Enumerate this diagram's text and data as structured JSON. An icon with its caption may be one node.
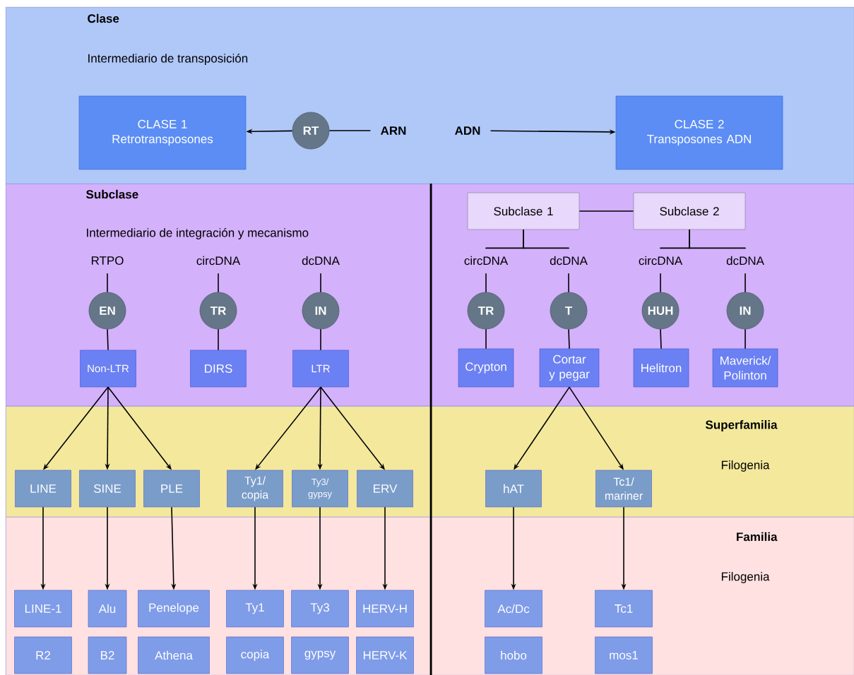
{
  "diagram": {
    "nodes": [
      {
        "text": [
          "Clase",
          "Intermediario de transposición"
        ]
      },
      {
        "text": [
          "CLASE 1 Retrotransposones"
        ],
        "in": 0
      },
      {
        "text": [
          "RT"
        ],
        "in": 0
      },
      {
        "text": [
          "ARN"
        ],
        "in": 0
      },
      {
        "text": [
          "ADN"
        ],
        "in": 0
      },
      {
        "text": [
          "CLASE 2 Transposones ADN"
        ],
        "in": 0
      },
      {
        "text": [
          "Subclase",
          "Intermediario de integración y mecanismo"
        ]
      },
      {
        "text": [
          "RTPO"
        ],
        "in": 6
      },
      {
        "text": [
          "circDNA"
        ],
        "in": 6
      },
      {
        "text": [
          "dcDNA"
        ],
        "in": 6
      },
      {
        "text": [
          "EN"
        ],
        "in": 6
      },
      {
        "text": [
          "TR"
        ],
        "in": 6
      },
      {
        "text": [
          "IN"
        ],
        "in": 6
      },
      {
        "text": [
          "Non-LTR"
        ],
        "in": 6
      },
      {
        "text": [
          "DIRS"
        ],
        "in": 6
      },
      {
        "text": [
          "LTR"
        ],
        "in": 6
      },
      {
        "text": [
          "Subclase 1"
        ],
        "in": 6
      },
      {
        "text": [
          "Subclase 2"
        ],
        "in": 6
      },
      {
        "text": [
          "circDNA"
        ],
        "in": 6
      },
      {
        "text": [
          "dcDNA"
        ],
        "in": 6
      },
      {
        "text": [
          "circDNA"
        ],
        "in": 6
      },
      {
        "text": [
          "dcDNA"
        ],
        "in": 6
      },
      {
        "text": [
          "TR"
        ],
        "in": 6
      },
      {
        "text": [
          "T"
        ],
        "in": 6
      },
      {
        "text": [
          "HUH"
        ],
        "in": 6
      },
      {
        "text": [
          "IN"
        ],
        "in": 6
      },
      {
        "text": [
          "Crypton"
        ],
        "in": 6
      },
      {
        "text": [
          "Cortar y pegar"
        ],
        "in": 6
      },
      {
        "text": [
          "Helitron"
        ],
        "in": 6
      },
      {
        "text": [
          "Maverick/ Polinton"
        ],
        "in": 6
      },
      {
        "text": [
          "Superfamilia",
          "Filogenia"
        ]
      },
      {
        "text": [
          "LINE"
        ],
        "in": 30
      },
      {
        "text": [
          "SINE"
        ],
        "in": 30
      },
      {
        "text": [
          "PLE"
        ],
        "in": 30
      },
      {
        "text": [
          "Ty1/ copia"
        ],
        "in": 30
      },
      {
        "text": [
          "Ty3/ gypsy"
        ],
        "in": 30
      },
      {
        "text": [
          "ERV"
        ],
        "in": 30
      },
      {
        "text": [
          "hAT"
        ],
        "in": 30
      },
      {
        "text": [
          "Tc1/ mariner"
        ],
        "in": 30
      },
      {
        "text": [
          "Familia",
          "Filogenia"
        ]
      },
      {
        "text": [
          "LINE-1"
        ],
        "in": 39
      },
      {
        "text": [
          "Alu"
        ],
        "in": 39
      },
      {
        "text": [
          "Penelope"
        ],
        "in": 39
      },
      {
        "text": [
          "Ty1"
        ],
        "in": 39
      },
      {
        "text": [
          "Ty3"
        ],
        "in": 39
      },
      {
        "text": [
          "HERV-H"
        ],
        "in": 39
      },
      {
        "text": [
          "Ac/Dc"
        ],
        "in": 39
      },
      {
        "text": [
          "Tc1"
        ],
        "in": 39
      },
      {
        "text": [
          "R2"
        ],
        "in": 39
      },
      {
        "text": [
          "B2"
        ],
        "in": 39
      },
      {
        "text": [
          "Athena"
        ],
        "in": 39
      },
      {
        "text": [
          "copia"
        ],
        "in": 39
      },
      {
        "text": [
          "gypsy"
        ],
        "in": 39
      },
      {
        "text": [
          "HERV-K"
        ],
        "in": 39
      },
      {
        "text": [
          "hobo"
        ],
        "in": 39
      },
      {
        "text": [
          "mos1"
        ],
        "in": 39
      }
    ],
    "edges": [
      {
        "from": 3,
        "to": 2,
        "arrow": "none"
      },
      {
        "from": 2,
        "to": 1,
        "arrow": "to"
      },
      {
        "from": 4,
        "to": 5,
        "arrow": "to"
      },
      {
        "from": 7,
        "to": 10,
        "arrow": "none"
      },
      {
        "from": 10,
        "to": 13,
        "arrow": "none"
      },
      {
        "from": 8,
        "to": 11,
        "arrow": "none"
      },
      {
        "from": 11,
        "to": 14,
        "arrow": "none"
      },
      {
        "from": 9,
        "to": 12,
        "arrow": "none"
      },
      {
        "from": 12,
        "to": 15,
        "arrow": "none"
      },
      {
        "from": 16,
        "to": 17,
        "arrow": "none"
      },
      {
        "from": 16,
        "to": 18,
        "arrow": "none"
      },
      {
        "from": 16,
        "to": 19,
        "arrow": "none"
      },
      {
        "from": 17,
        "to": 20,
        "arrow": "none"
      },
      {
        "from": 17,
        "to": 21,
        "arrow": "none"
      },
      {
        "from": 18,
        "to": 22,
        "arrow": "none"
      },
      {
        "from": 22,
        "to": 26,
        "arrow": "none"
      },
      {
        "from": 19,
        "to": 23,
        "arrow": "none"
      },
      {
        "from": 23,
        "to": 27,
        "arrow": "none"
      },
      {
        "from": 20,
        "to": 24,
        "arrow": "none"
      },
      {
        "from": 24,
        "to": 28,
        "arrow": "none"
      },
      {
        "from": 21,
        "to": 25,
        "arrow": "none"
      },
      {
        "from": 25,
        "to": 29,
        "arrow": "none"
      },
      {
        "from": 13,
        "to": 31,
        "arrow": "to"
      },
      {
        "from": 13,
        "to": 32,
        "arrow": "to"
      },
      {
        "from": 13,
        "to": 33,
        "arrow": "to"
      },
      {
        "from": 15,
        "to": 34,
        "arrow": "to"
      },
      {
        "from": 15,
        "to": 35,
        "arrow": "to"
      },
      {
        "from": 15,
        "to": 36,
        "arrow": "to"
      },
      {
        "from": 27,
        "to": 37,
        "arrow": "to"
      },
      {
        "from": 27,
        "to": 38,
        "arrow": "to"
      },
      {
        "from": 31,
        "to": 40,
        "arrow": "to"
      },
      {
        "from": 32,
        "to": 41,
        "arrow": "to"
      },
      {
        "from": 33,
        "to": 42,
        "arrow": "to"
      },
      {
        "from": 34,
        "to": 43,
        "arrow": "to"
      },
      {
        "from": 35,
        "to": 44,
        "arrow": "to"
      },
      {
        "from": 36,
        "to": 45,
        "arrow": "to"
      },
      {
        "from": 37,
        "to": 46,
        "arrow": "to"
      },
      {
        "from": 38,
        "to": 47,
        "arrow": "to"
      }
    ]
  }
}
